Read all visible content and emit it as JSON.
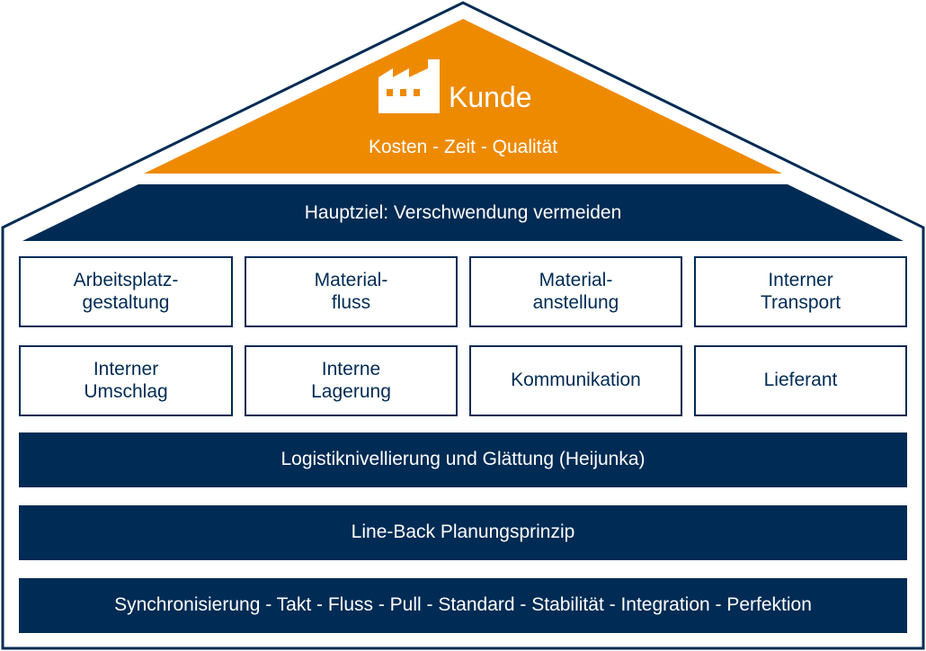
{
  "colors": {
    "navy": "#002b54",
    "orange": "#ee8a00",
    "white": "#ffffff"
  },
  "roof": {
    "icon": "factory-icon",
    "title": "Kunde",
    "subtitle": "Kosten - Zeit - Qualität"
  },
  "main_goal": "Hauptziel: Verschwendung vermeiden",
  "pillars": [
    "Arbeitsplatz-\ngestaltung",
    "Material-\nfluss",
    "Material-\nanstellung",
    "Interner\nTransport",
    "Interner\nUmschlag",
    "Interne\nLagerung",
    "Kommunikation",
    "Lieferant"
  ],
  "foundation": [
    "Logistiknivellierung und Glättung (Heijunka)",
    "Line-Back Planungsprinzip",
    "Synchronisierung - Takt - Fluss - Pull - Standard - Stabilität - Integration - Perfektion"
  ]
}
